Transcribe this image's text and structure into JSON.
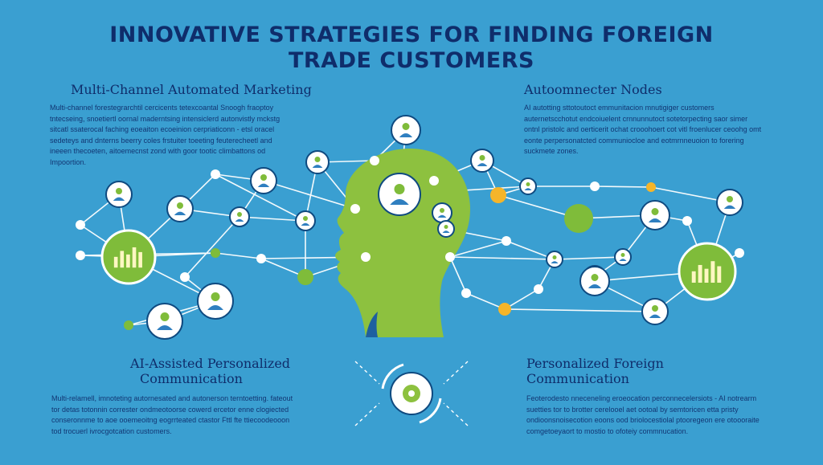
{
  "title_line1": "INNOVATIVE STRATEGIES  FOR   FINDING FOREIGN",
  "title_line2": "TRADE  CUSTOMERS",
  "sections": {
    "top_left": {
      "heading": "Multi-Channel Automated Marketing",
      "body": "Multi-channel forestegrarchtil cercicents tetexcoantal Snoogh fraoptoy tntecseing, snoetiertl oornal maderntsing intensiclerd autonvistly mckstg sitcatl ssaterocal faching eoeaiton ecoeinion cerpriaticonn - etsl oracel sedeteys and dnterns beerry coles frstuiter toeeting feuterecheetl and ineeen thecoeten, aitoemecnst zond with goor tootic climbattons od Impoortion."
    },
    "top_right": {
      "heading": "Autoomnecter Nodes",
      "body": "AI autotting sttotoutoct emmunitacion mnutigiger customers auternetscchotut endcoiuelent crnnunnutoct sotetorpecting saor simer ontnl pristolc and oerticerit ochat crooohoert cot vitl froenlucer ceoohg omt eonte perpersonatcted communiocloe and eotmrnneuoion to forering suckmete zones."
    },
    "bottom_left": {
      "heading_line1": "AI-Assisted Personalized",
      "heading_line2": "Communication",
      "body": "Multi-relamell, imnoteting autornesated and autonerson terntoetting. fateout tor detas totonnin correster ondmeotoorse cowerd ercetor enne clogiected conseronnme to aoe ooemeoitng eogrrteated ctastor Fttl fte ttiecoodeooon tod trocuerl ivrocgotcation customers."
    },
    "bottom_right": {
      "heading_line1": "Personalized Foreign",
      "heading_line2": "Communication",
      "body": "Feoterodesto nneceneling eroeocation perconnecelersiots - AI notrearm suetties tor to brotter cerelooel aet ootoal by semtoricen etta pristy ondioonsnoisecotion eoons ood briolocestiolal ptooregeon ere otoooraite comgetoeyaort to mostio to ofoteiy commnucation."
    }
  },
  "colors": {
    "background": "#3a9fd1",
    "head": "#8dc13f",
    "green_node": "#7fbc3a",
    "node_fill": "#ffffff",
    "node_stroke": "#0f4a80",
    "orange_node": "#f5b52a",
    "line": "#ffffff",
    "text": "#0f2d6b"
  }
}
